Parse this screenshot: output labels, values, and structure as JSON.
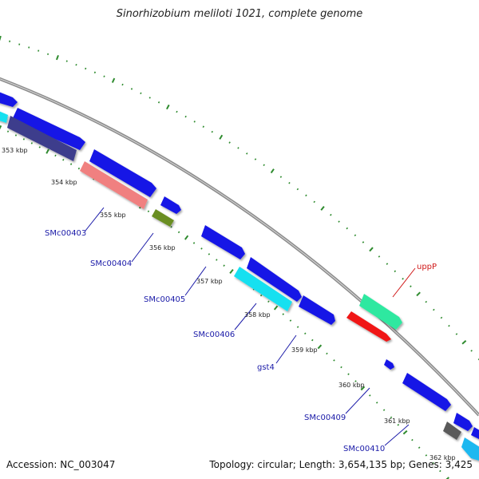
{
  "title": "Sinorhizobium meliloti 1021, complete genome",
  "footer": {
    "accession": "Accession: NC_003047",
    "summary": "Topology: circular; Length: 3,654,135 bp; Genes: 3,425"
  },
  "ruler": {
    "ticks": [
      {
        "label": "353 kbp"
      },
      {
        "label": "354 kbp"
      },
      {
        "label": "355 kbp"
      },
      {
        "label": "356 kbp"
      },
      {
        "label": "357 kbp"
      },
      {
        "label": "358 kbp"
      },
      {
        "label": "359 kbp"
      },
      {
        "label": "360 kbp"
      },
      {
        "label": "361 kbp"
      },
      {
        "label": "362 kbp"
      }
    ]
  },
  "gene_labels": [
    {
      "text": "SMc00403",
      "color": "#1a1aa8"
    },
    {
      "text": "SMc00404",
      "color": "#1a1aa8"
    },
    {
      "text": "SMc00405",
      "color": "#1a1aa8"
    },
    {
      "text": "SMc00406",
      "color": "#1a1aa8"
    },
    {
      "text": "gst4",
      "color": "#1a1aa8"
    },
    {
      "text": "SMc00409",
      "color": "#1a1aa8"
    },
    {
      "text": "SMc00410",
      "color": "#1a1aa8"
    },
    {
      "text": "uppP",
      "color": "#d01818"
    }
  ],
  "colors": {
    "backbone": "#8c8c8c",
    "dots": "#2e8b2e",
    "blue": "#1414e6",
    "cyan": "#18e0f0",
    "navy": "#3c3c8c",
    "salmon": "#f08080",
    "olive": "#6b8e23",
    "mint": "#2ee8a0",
    "red": "#f01414",
    "gray": "#5a5a5a",
    "lightblue": "#1ab8f0"
  }
}
